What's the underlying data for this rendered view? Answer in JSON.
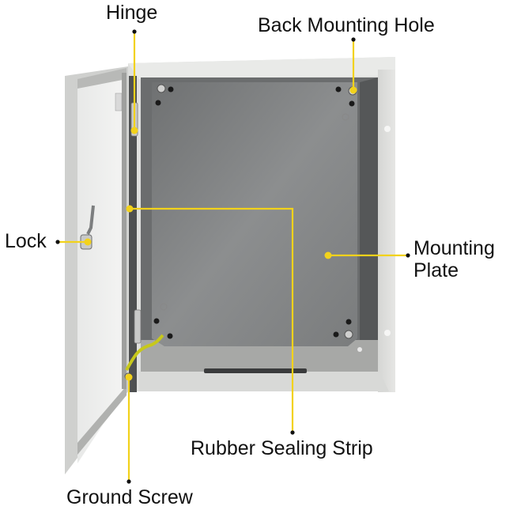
{
  "diagram": {
    "subject": "Electrical enclosure with open door",
    "callout_color": "#f2d21b",
    "dot_color": "#111111",
    "labels": {
      "hinge": "Hinge",
      "back_mounting_hole": "Back Mounting Hole",
      "lock": "Lock",
      "mounting_plate_line1": "Mounting",
      "mounting_plate_line2": "Plate",
      "rubber_sealing_strip": "Rubber Sealing Strip",
      "ground_screw": "Ground Screw"
    }
  }
}
